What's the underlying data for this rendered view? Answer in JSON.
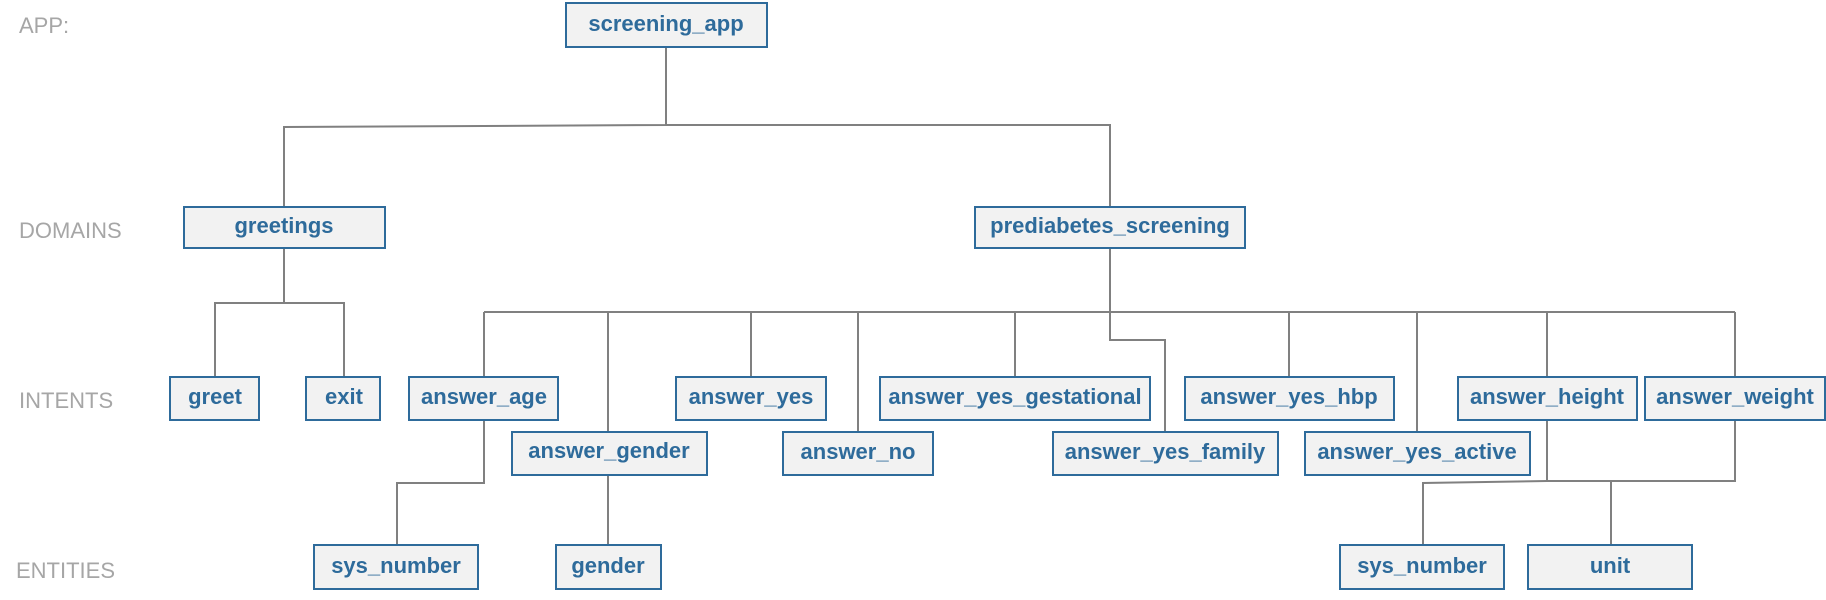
{
  "levels": {
    "app": "APP:",
    "domains": "DOMAINS",
    "intents": "INTENTS",
    "entities": "ENTITIES"
  },
  "nodes": {
    "screening_app": "screening_app",
    "greetings": "greetings",
    "prediabetes_screening": "prediabetes_screening",
    "greet": "greet",
    "exit": "exit",
    "answer_age": "answer_age",
    "answer_gender": "answer_gender",
    "answer_yes": "answer_yes",
    "answer_no": "answer_no",
    "answer_yes_gestational": "answer_yes_gestational",
    "answer_yes_family": "answer_yes_family",
    "answer_yes_hbp": "answer_yes_hbp",
    "answer_yes_active": "answer_yes_active",
    "answer_height": "answer_height",
    "answer_weight": "answer_weight",
    "sys_number_age": "sys_number",
    "gender": "gender",
    "sys_number_height": "sys_number",
    "unit": "unit"
  },
  "colors": {
    "node_border": "#2e6b9b",
    "node_text": "#2e6b9b",
    "node_fill": "#f2f2f2",
    "edge": "#808080",
    "level_label": "#a6a6a6"
  }
}
